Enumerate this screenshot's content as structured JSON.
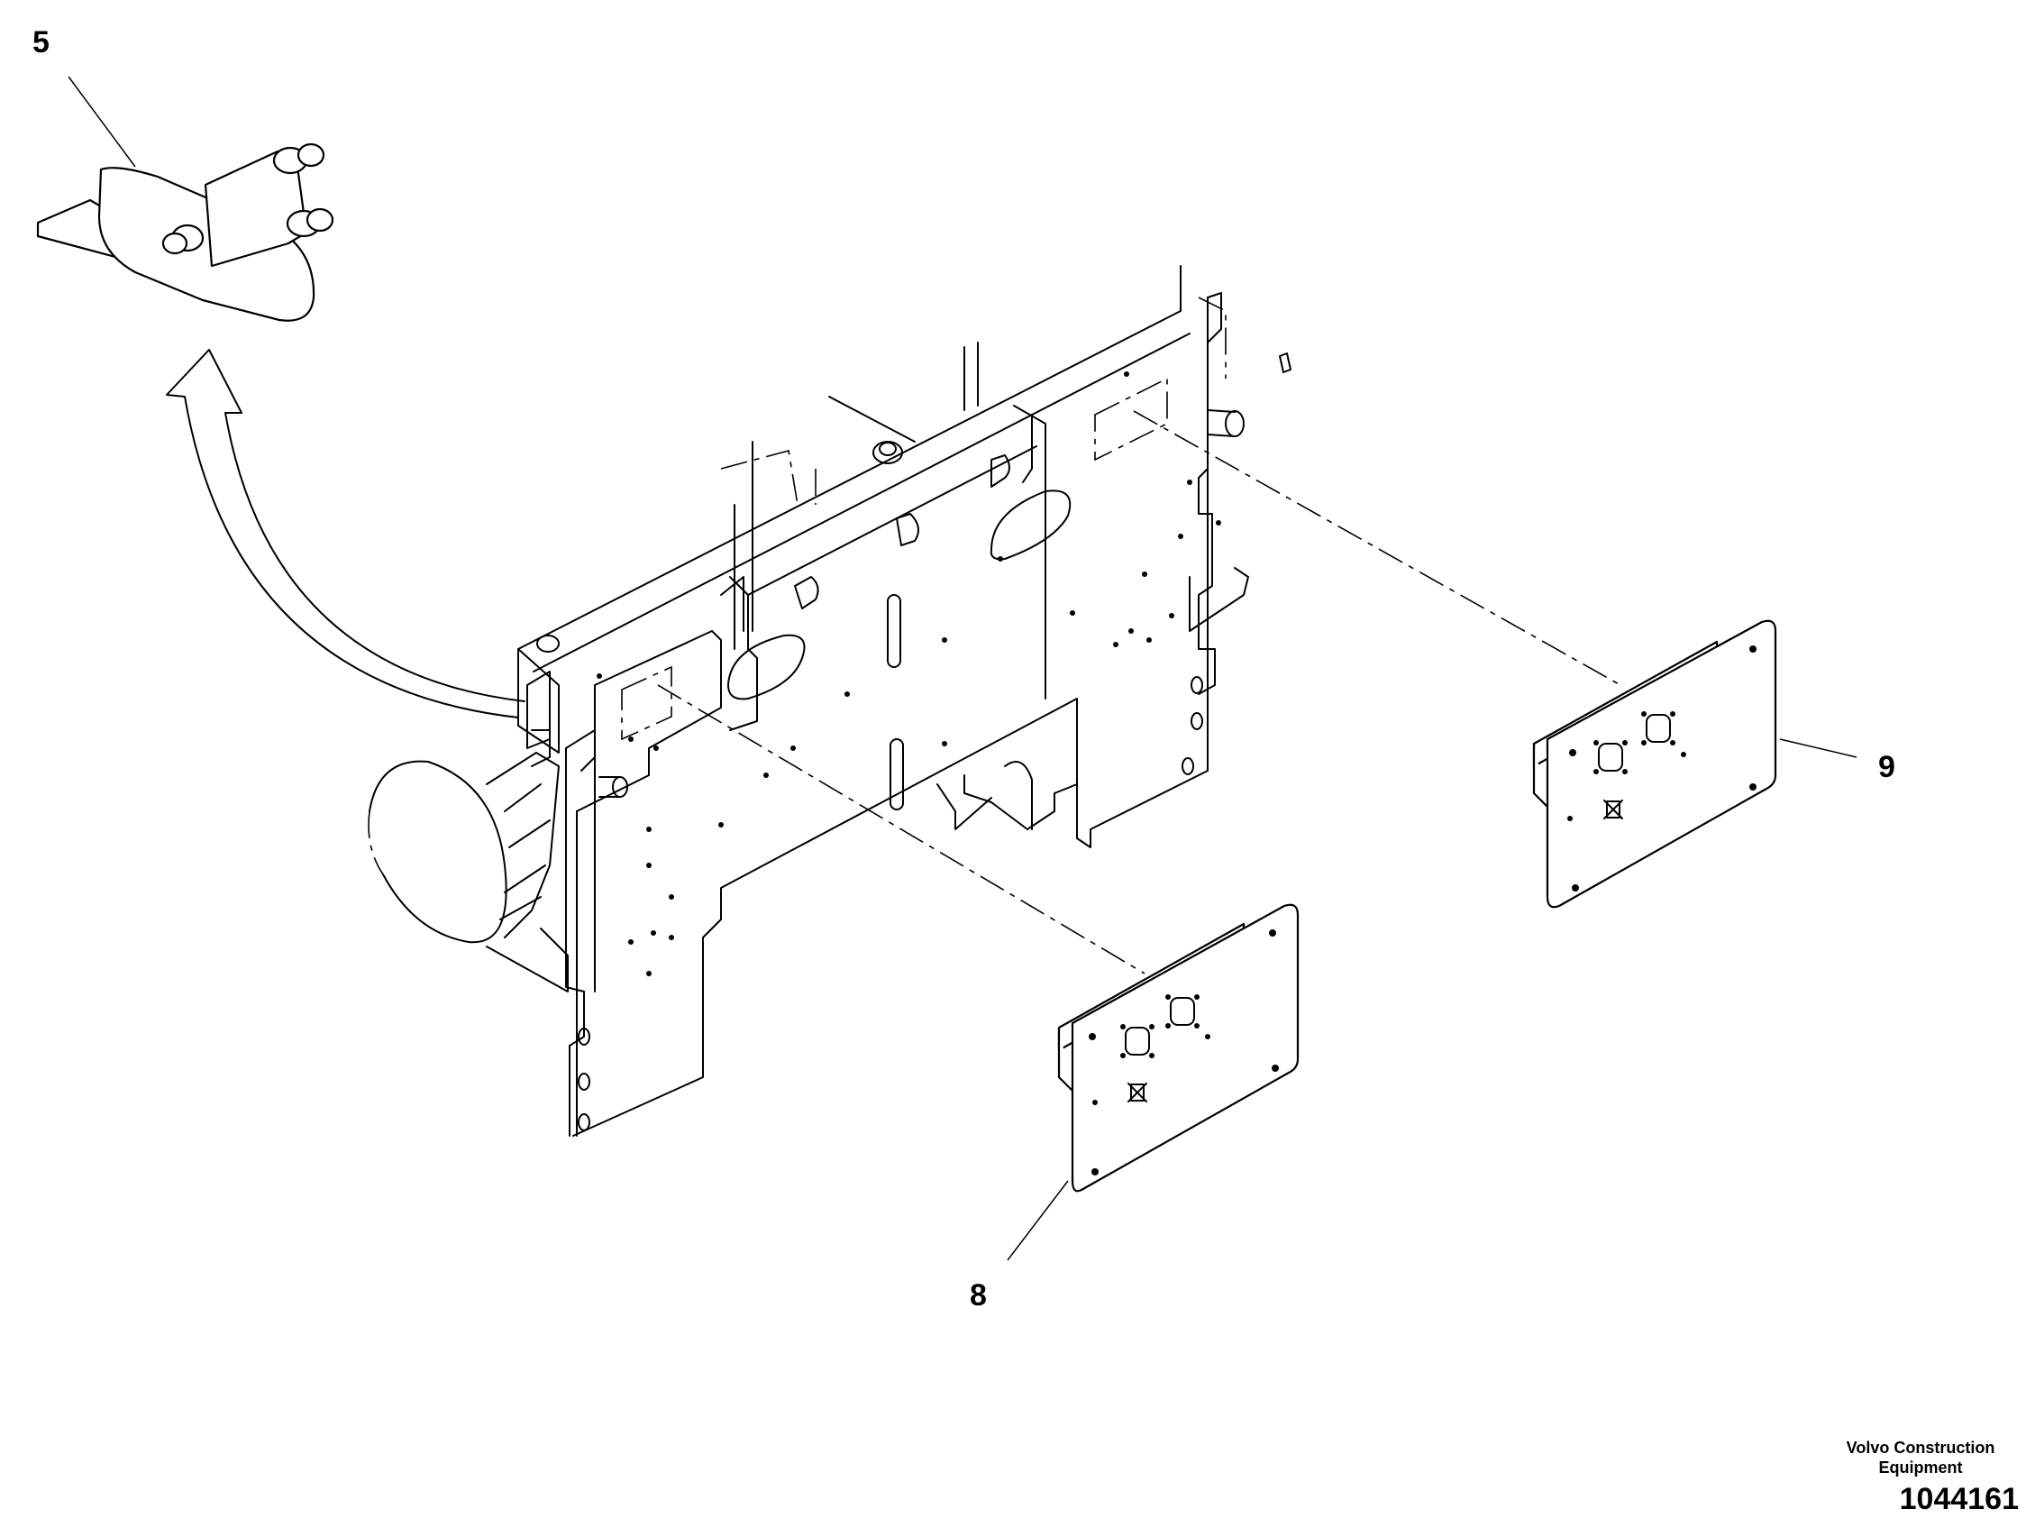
{
  "callouts": [
    {
      "id": "callout-5",
      "label": "5"
    },
    {
      "id": "callout-8",
      "label": "8"
    },
    {
      "id": "callout-9",
      "label": "9"
    }
  ],
  "title_block": {
    "company": "Volvo Construction Equipment",
    "drawing_number": "1044161"
  },
  "colors": {
    "line": "#000000",
    "background": "#ffffff"
  }
}
